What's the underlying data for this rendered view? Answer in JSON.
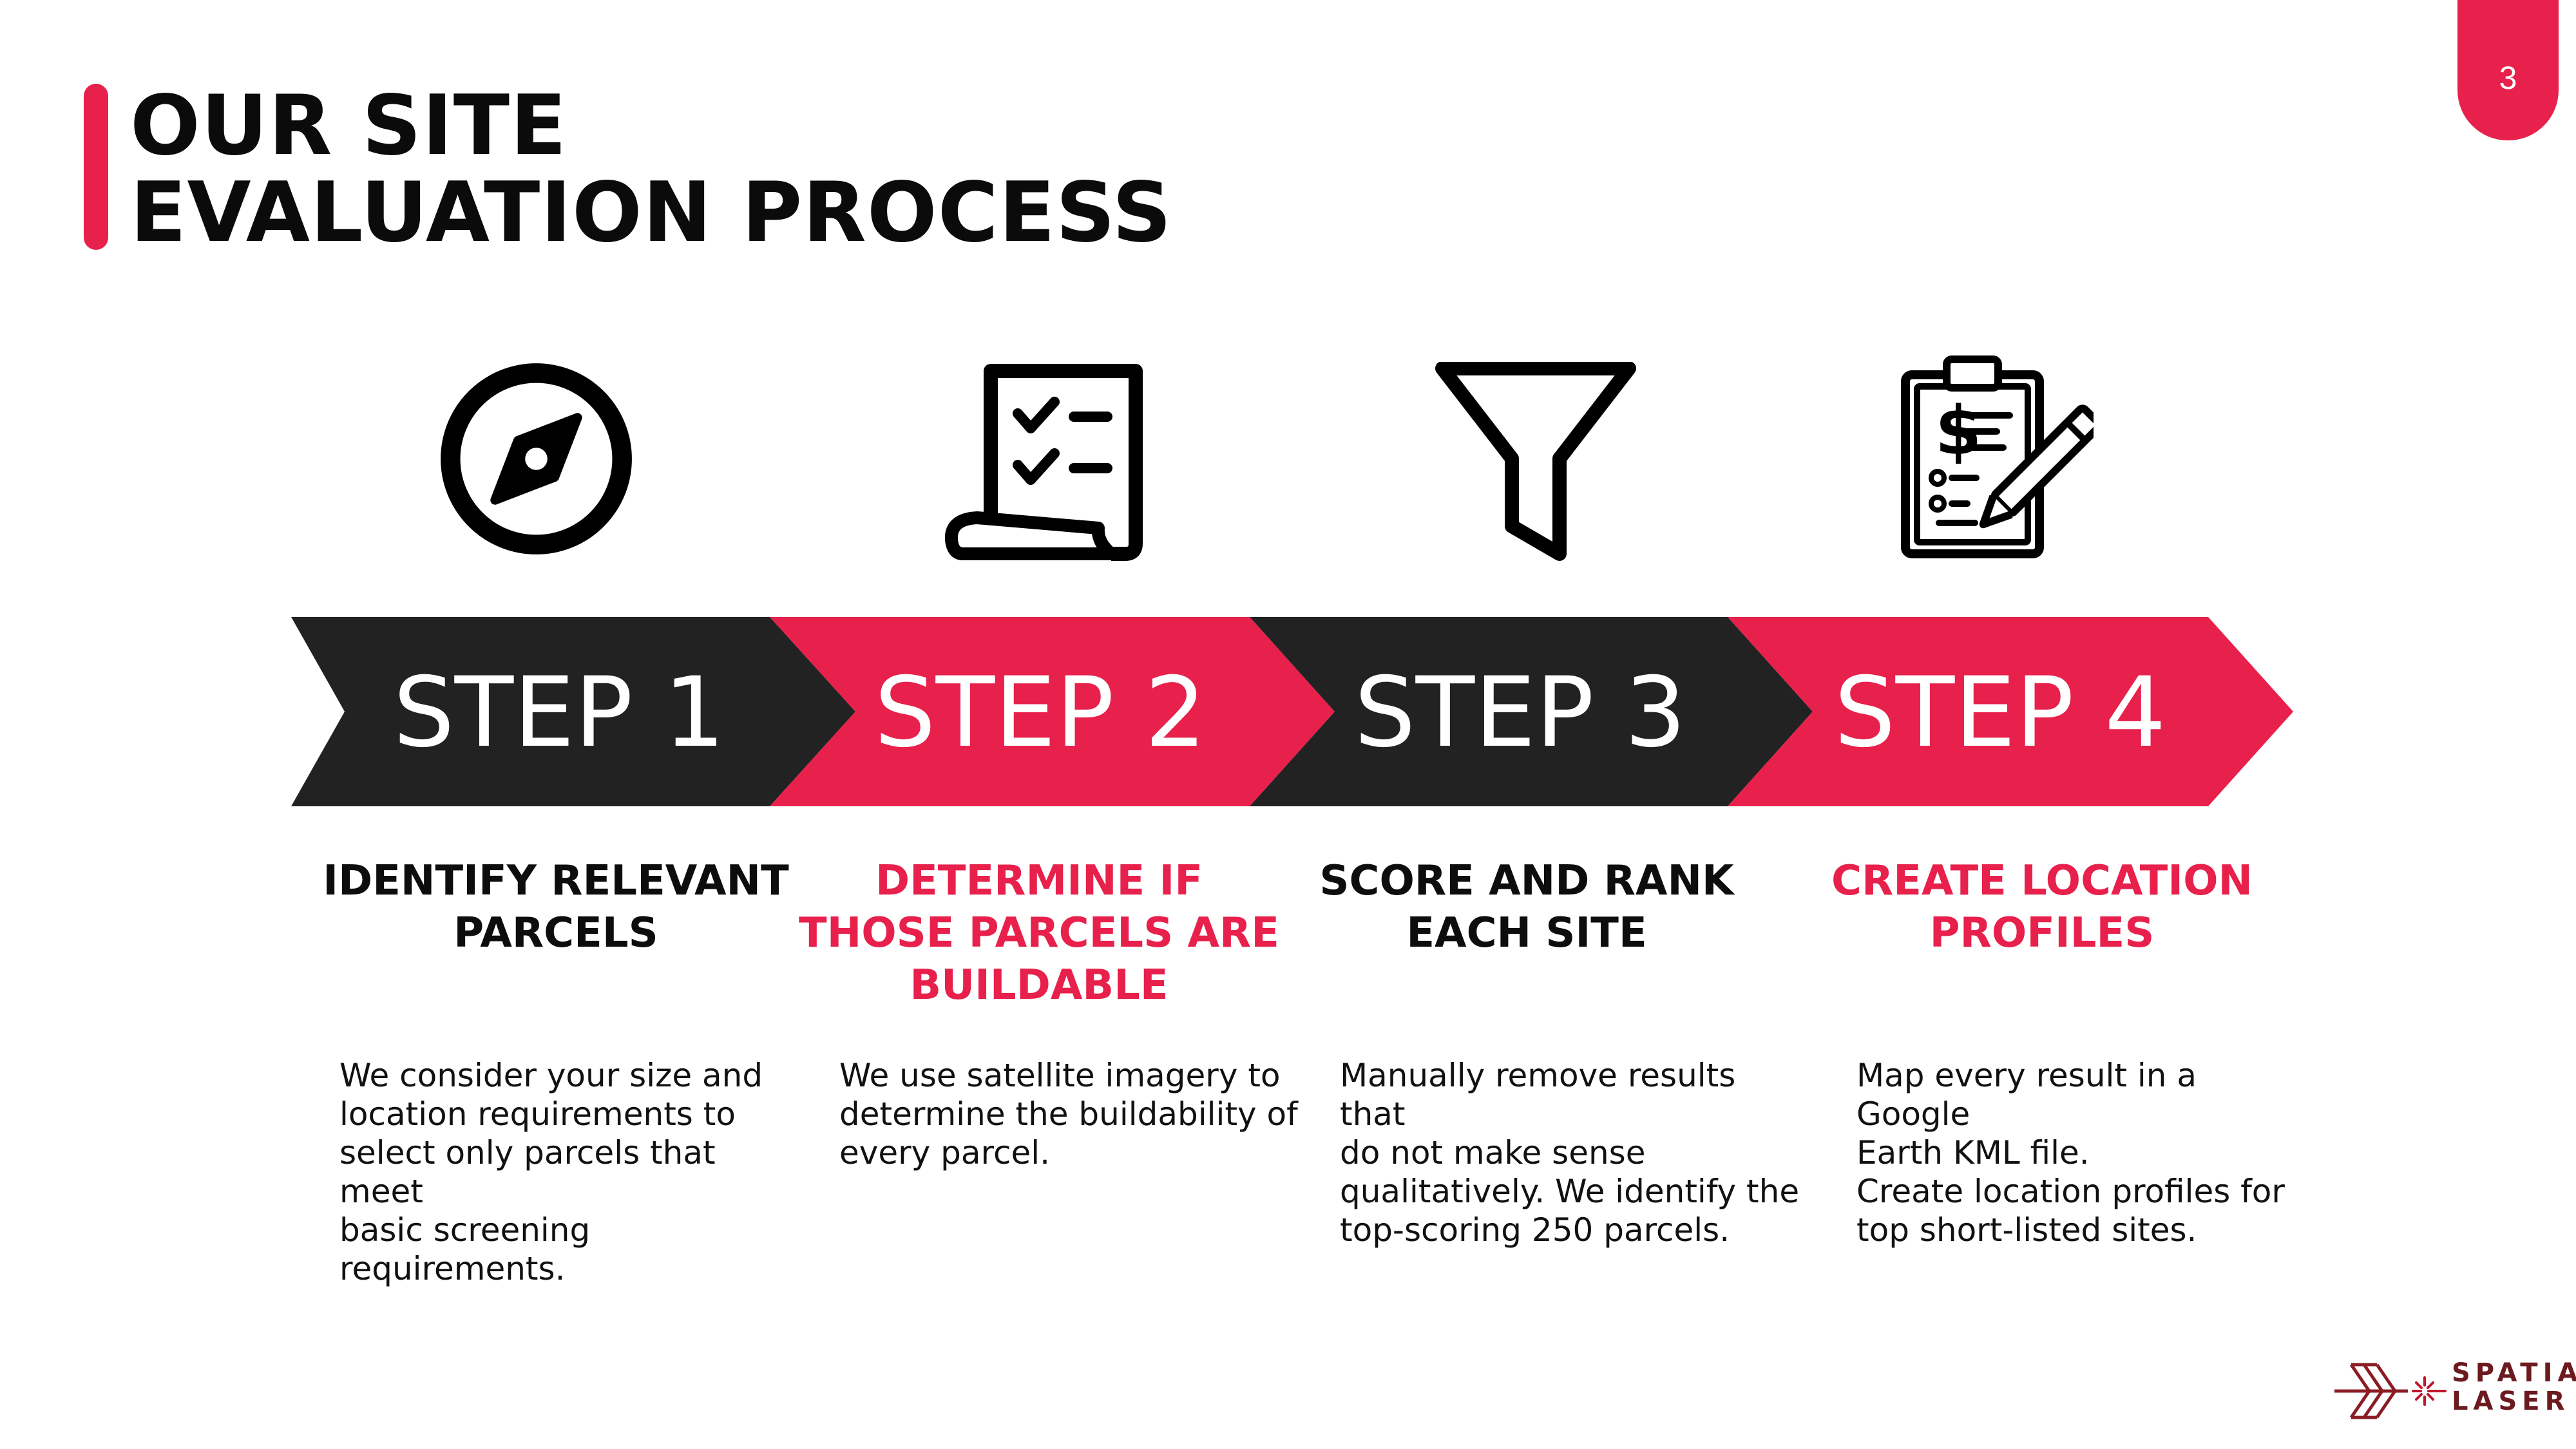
{
  "page_number": "3",
  "title": {
    "line1": "OUR SITE",
    "line2": "EVALUATION PROCESS"
  },
  "steps": [
    {
      "label": "STEP 1",
      "icon": "compass-icon",
      "band_color": "#222222",
      "heading": "IDENTIFY RELEVANT\nPARCELS",
      "heading_color": "#0d0d0d",
      "description": "We consider your size and\nlocation requirements to\nselect only parcels that meet\nbasic screening\nrequirements."
    },
    {
      "label": "STEP 2",
      "icon": "checklist-scroll-icon",
      "band_color": "#e8204c",
      "heading": "DETERMINE IF\nTHOSE PARCELS ARE\nBUILDABLE",
      "heading_color": "#e8204c",
      "description": "We use satellite imagery to\ndetermine the buildability of\nevery parcel."
    },
    {
      "label": "STEP 3",
      "icon": "funnel-icon",
      "band_color": "#222222",
      "heading": "SCORE AND RANK\nEACH SITE",
      "heading_color": "#0d0d0d",
      "description": "Manually remove results that\ndo not make sense\nqualitatively. We identify the\ntop-scoring 250 parcels."
    },
    {
      "label": "STEP 4",
      "icon": "clipboard-pen-icon",
      "band_color": "#e8204c",
      "heading": "CREATE LOCATION\nPROFILES",
      "heading_color": "#e8204c",
      "description": "Map every result in a Google\nEarth KML file.\nCreate location profiles for\ntop short-listed sites."
    }
  ],
  "logo": {
    "line1": "SPATIAL",
    "line2": "LASER"
  },
  "colors": {
    "accent": "#e8204c",
    "dark": "#222222",
    "logo": "#6b1a1f"
  }
}
